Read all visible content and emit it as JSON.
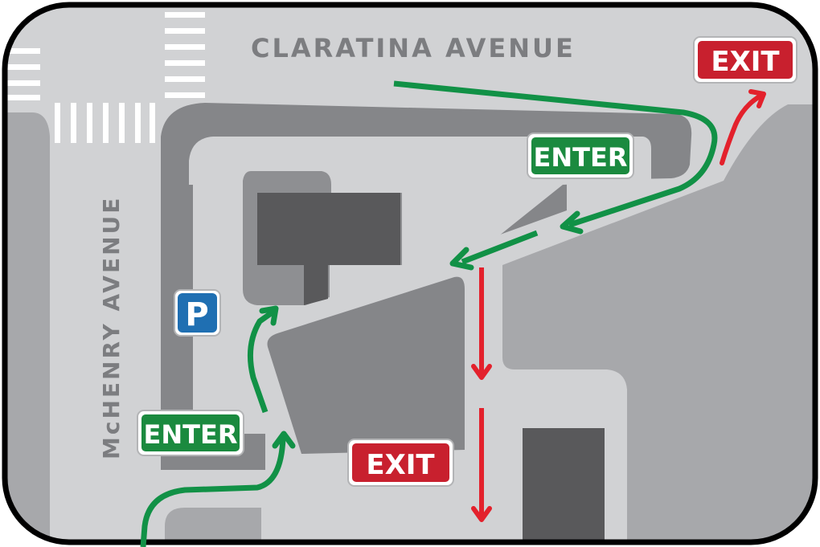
{
  "streets": {
    "top": "CLARATINA AVENUE",
    "left": "McHENRY AVENUE"
  },
  "signs": {
    "enter_top": "ENTER",
    "enter_bottom": "ENTER",
    "exit_top": "EXIT",
    "exit_bottom": "EXIT",
    "parking": "P"
  },
  "colors": {
    "enter": "#1b8a3f",
    "exit": "#c8202e",
    "parking": "#1f6fb2",
    "route_enter": "#119146",
    "route_exit": "#e3212c",
    "building_dark": "#59595b",
    "background": "#d1d2d4"
  },
  "icons": {
    "parking": "parking-sign-icon"
  }
}
